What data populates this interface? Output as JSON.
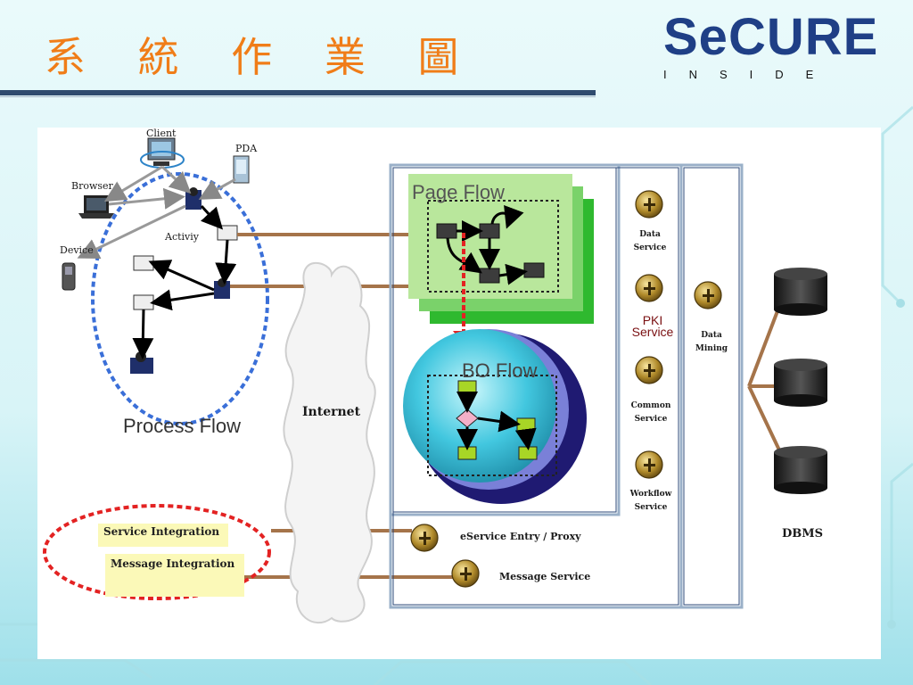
{
  "slide": {
    "title": "系 統 作 業 圖"
  },
  "logo": {
    "word": "SeCURE",
    "sub": "INSIDE",
    "colors": {
      "primary": "#1f3f86",
      "accent": "#f39a1e"
    }
  },
  "diagram": {
    "client": "Client",
    "pda": "PDA",
    "browser": "Browser",
    "device": "Device",
    "activity": "Activiy",
    "process_flow": "Process Flow",
    "internet": "Internet",
    "page_flow": "Page Flow",
    "bo_flow": "BO Flow",
    "data_service": "Data Service",
    "pki_service": "PKI Service",
    "common_service": "Common Service",
    "workflow_service": "Workflow Service",
    "data_mining": "Data Mining",
    "dbms": "DBMS",
    "service_integration": "Service Integration",
    "message_integration": "Message Integration",
    "eservice_entry": "eService Entry / Proxy",
    "message_service": "Message Service"
  },
  "colors": {
    "title": "#f07d18",
    "ellipse_blue": "#3a6fd8",
    "ellipse_red": "#e32222",
    "page_flow_green": "#b9e79c",
    "bo_flow_cyan": "#3cc8e0",
    "connector_brown": "#a5744a"
  }
}
